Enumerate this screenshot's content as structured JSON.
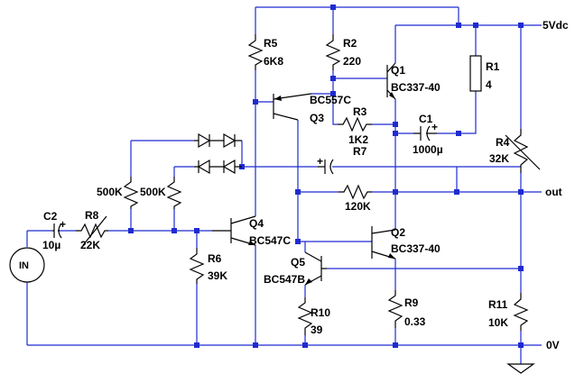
{
  "rails": {
    "supply": "5Vdc",
    "ground": "0V",
    "output": "out"
  },
  "components": {
    "R1": {
      "name": "R1",
      "value": "4"
    },
    "R2": {
      "name": "R2",
      "value": "220"
    },
    "R3": {
      "name": "R3",
      "value": "1K2",
      "alt": "R7"
    },
    "R4": {
      "name": "R4",
      "value": "32K"
    },
    "R5": {
      "name": "R5",
      "value": "6K8"
    },
    "R6": {
      "name": "R6",
      "value": "39K"
    },
    "R8": {
      "name": "R8",
      "value": "22K"
    },
    "R9": {
      "name": "R9",
      "value": "0.33"
    },
    "R10": {
      "name": "R10",
      "value": "39"
    },
    "R11": {
      "name": "R11",
      "value": "10K"
    },
    "R12": {
      "value": "500K"
    },
    "R13": {
      "value": "500K"
    },
    "R14": {
      "value": "120K"
    },
    "C1": {
      "name": "C1",
      "value": "1000µ"
    },
    "C2": {
      "name": "C2",
      "value": "10µ"
    },
    "Q1": {
      "name": "Q1",
      "value": "BC337-40"
    },
    "Q2": {
      "name": "Q2",
      "value": "BC337-40"
    },
    "Q3": {
      "name": "Q3",
      "value": "BC557C"
    },
    "Q4": {
      "name": "Q4",
      "value": "BC547C"
    },
    "Q5": {
      "name": "Q5",
      "value": "BC547B"
    },
    "source": {
      "name": "IN"
    }
  },
  "colors": {
    "wire": "#1f2bd0",
    "component": "#000000",
    "background": "#ffffff"
  }
}
